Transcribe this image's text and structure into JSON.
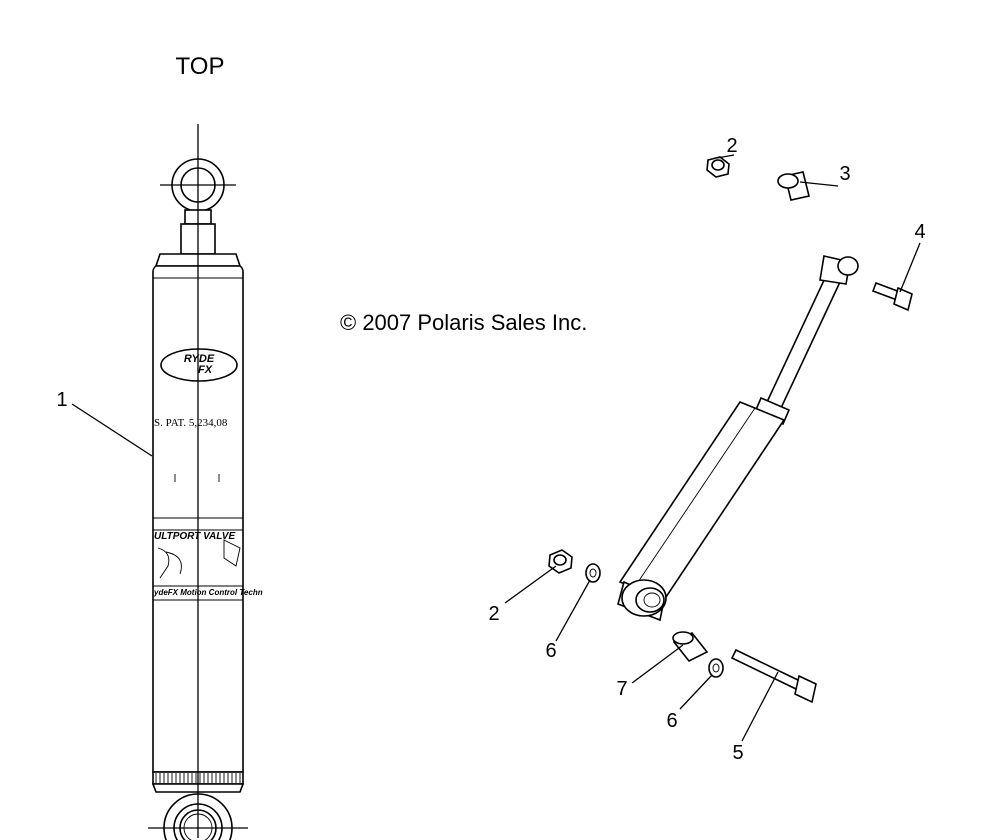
{
  "view_label": "TOP",
  "copyright": "© 2007 Polaris Sales Inc.",
  "shock_text": {
    "brand_line1": "RYDE",
    "brand_line2": "FX",
    "patent": "S. PAT. 5,234,08",
    "valve": "ULTPORT VALVE",
    "tagline": "ydeFX Motion Control Techn"
  },
  "callouts": {
    "c1": "1",
    "c2a": "2",
    "c2b": "2",
    "c3": "3",
    "c4": "4",
    "c5": "5",
    "c6a": "6",
    "c6b": "6",
    "c7": "7"
  }
}
